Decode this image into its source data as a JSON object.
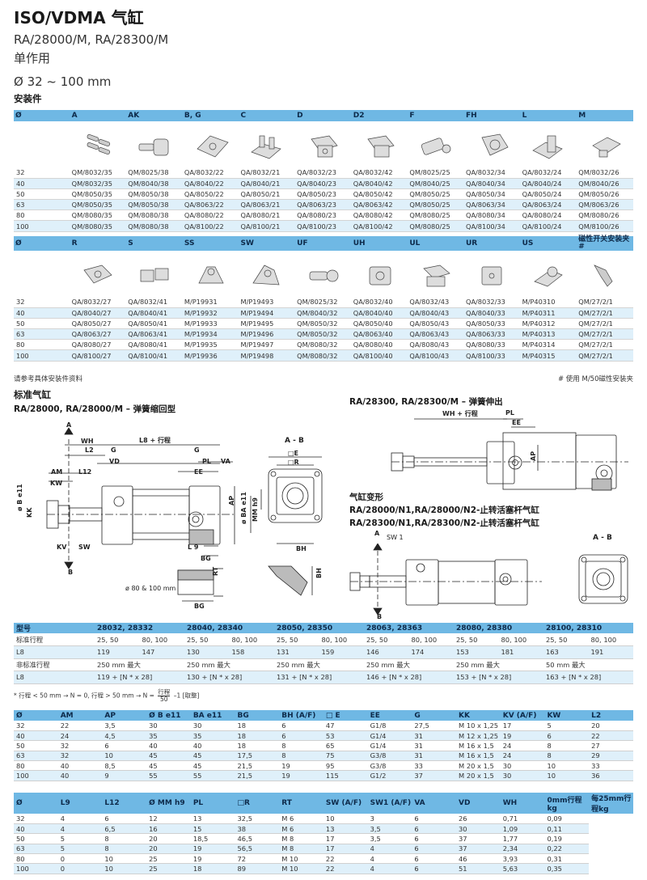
{
  "header": {
    "title": "ISO/VDMA 气缸",
    "models": "RA/28000/M, RA/28300/M",
    "action": "单作用",
    "bore_range": "Ø 32 ~ 100 mm",
    "mounting_heading": "安装件"
  },
  "acc_table1": {
    "headers": [
      "Ø",
      "A",
      "AK",
      "B, G",
      "C",
      "D",
      "D2",
      "F",
      "FH",
      "L",
      "M"
    ],
    "rows": [
      [
        "32",
        "QM/8032/35",
        "QM/8025/38",
        "QA/8032/22",
        "QA/8032/21",
        "QA/8032/23",
        "QA/8032/42",
        "QM/8025/25",
        "QA/8032/34",
        "QA/8032/24",
        "QM/8032/26"
      ],
      [
        "40",
        "QM/8032/35",
        "QM/8040/38",
        "QA/8040/22",
        "QA/8040/21",
        "QA/8040/23",
        "QA/8040/42",
        "QM/8040/25",
        "QA/8040/34",
        "QA/8040/24",
        "QM/8040/26"
      ],
      [
        "50",
        "QM/8050/35",
        "QM/8050/38",
        "QA/8050/22",
        "QA/8050/21",
        "QA/8050/23",
        "QA/8050/42",
        "QM/8050/25",
        "QA/8050/34",
        "QA/8050/24",
        "QM/8050/26"
      ],
      [
        "63",
        "QM/8050/35",
        "QM/8050/38",
        "QA/8063/22",
        "QA/8063/21",
        "QA/8063/23",
        "QA/8063/42",
        "QM/8050/25",
        "QA/8063/34",
        "QA/8063/24",
        "QM/8063/26"
      ],
      [
        "80",
        "QM/8080/35",
        "QM/8080/38",
        "QA/8080/22",
        "QA/8080/21",
        "QA/8080/23",
        "QA/8080/42",
        "QM/8080/25",
        "QA/8080/34",
        "QA/8080/24",
        "QM/8080/26"
      ],
      [
        "100",
        "QM/8080/35",
        "QM/8080/38",
        "QA/8100/22",
        "QA/8100/21",
        "QA/8100/23",
        "QA/8100/42",
        "QM/8080/25",
        "QA/8100/34",
        "QA/8100/24",
        "QM/8100/26"
      ]
    ]
  },
  "acc_table2": {
    "headers": [
      "Ø",
      "R",
      "S",
      "SS",
      "SW",
      "UF",
      "UH",
      "UL",
      "UR",
      "US",
      "磁性开关安装夹 #"
    ],
    "rows": [
      [
        "32",
        "QA/8032/27",
        "QA/8032/41",
        "M/P19931",
        "M/P19493",
        "QM/8025/32",
        "QA/8032/40",
        "QA/8032/43",
        "QA/8032/33",
        "M/P40310",
        "QM/27/2/1"
      ],
      [
        "40",
        "QA/8040/27",
        "QA/8040/41",
        "M/P19932",
        "M/P19494",
        "QM/8040/32",
        "QA/8040/40",
        "QA/8040/43",
        "QA/8040/33",
        "M/P40311",
        "QM/27/2/1"
      ],
      [
        "50",
        "QA/8050/27",
        "QA/8050/41",
        "M/P19933",
        "M/P19495",
        "QM/8050/32",
        "QA/8050/40",
        "QA/8050/43",
        "QA/8050/33",
        "M/P40312",
        "QM/27/2/1"
      ],
      [
        "63",
        "QA/8063/27",
        "QA/8063/41",
        "M/P19934",
        "M/P19496",
        "QM/8050/32",
        "QA/8063/40",
        "QA/8063/43",
        "QA/8063/33",
        "M/P40313",
        "QM/27/2/1"
      ],
      [
        "80",
        "QA/8080/27",
        "QA/8080/41",
        "M/P19935",
        "M/P19497",
        "QM/8080/32",
        "QA/8080/40",
        "QA/8080/43",
        "QA/8080/33",
        "M/P40314",
        "QM/27/2/1"
      ],
      [
        "100",
        "QA/8100/27",
        "QA/8100/41",
        "M/P19936",
        "M/P19498",
        "QM/8080/32",
        "QA/8100/40",
        "QA/8100/43",
        "QA/8100/33",
        "M/P40315",
        "QM/27/2/1"
      ]
    ]
  },
  "notes": {
    "left": "请参考具体安装件资料",
    "right": "# 使用 M/50磁性安装夹"
  },
  "standard": {
    "heading": "标准气缸",
    "retract": "RA/28000, RA/28000/M – 弹簧缩回型",
    "extend": "RA/28300, RA/28300/M – 弹簧伸出",
    "variant_title": "气缸变形",
    "variant_1": "RA/28000/N1,RA/28000/N2-止转活塞杆气缸",
    "variant_2": "RA/28300/N1,RA/28300/N2-止转活塞杆气缸"
  },
  "dlabels": {
    "A": "A",
    "B": "B",
    "WH": "WH",
    "L8": "L8 + 行程",
    "L2": "L2",
    "G": "G",
    "VD": "VD",
    "AM": "AM",
    "L12": "L12",
    "KW": "KW",
    "EE": "EE",
    "PL": "PL",
    "VA": "VA",
    "E": "□E",
    "R": "□R",
    "AB": "A - B",
    "AP": "AP",
    "MM": "MM h9",
    "BA": "ø BA e11",
    "B11": "ø B e11",
    "KK": "KK",
    "KV": "KV",
    "SW": "SW",
    "L9": "L 9",
    "BG": "BG",
    "BH": "BH",
    "RT": "RT",
    "D80": "ø 80 & 100 mm",
    "WHe": "WH + 行程",
    "SW1": "SW 1"
  },
  "model_table": {
    "headers": [
      "型号",
      "28032, 28332",
      "28040, 28340",
      "28050, 28350",
      "28063, 28363",
      "28080, 28380",
      "28100, 28310"
    ],
    "rows": [
      [
        "标准行程",
        [
          "25, 50",
          "80, 100"
        ],
        [
          "25, 50",
          "80, 100"
        ],
        [
          "25, 50",
          "80, 100"
        ],
        [
          "25, 50",
          "80, 100"
        ],
        [
          "25, 50",
          "80, 100"
        ],
        [
          "25, 50",
          "80, 100"
        ]
      ],
      [
        "L8",
        [
          "119",
          "147"
        ],
        [
          "130",
          "158"
        ],
        [
          "131",
          "159"
        ],
        [
          "146",
          "174"
        ],
        [
          "153",
          "181"
        ],
        [
          "163",
          "191"
        ]
      ],
      [
        "非标准行程",
        [
          "250 mm 最大",
          ""
        ],
        [
          "250 mm 最大",
          ""
        ],
        [
          "250 mm 最大",
          ""
        ],
        [
          "250 mm 最大",
          ""
        ],
        [
          "250 mm 最大",
          ""
        ],
        [
          "50 mm 最大",
          ""
        ]
      ],
      [
        "L8",
        [
          "119 + [N * x 28]",
          ""
        ],
        [
          "130 + [N * x 28]",
          ""
        ],
        [
          "131 + [N * x 28]",
          ""
        ],
        [
          "146 + [N * x 28]",
          ""
        ],
        [
          "153 + [N * x 28]",
          ""
        ],
        [
          "163 + [N * x 28]",
          ""
        ]
      ]
    ],
    "footnote_a": "* 行程 < 50 mm → N = 0, 行程 > 50 mm → N =",
    "footnote_num": "行程",
    "footnote_den": "50",
    "footnote_b": "–1 [取整]"
  },
  "dim_table1": {
    "headers": [
      "Ø",
      "AM",
      "AP",
      "Ø B e11",
      "BA e11",
      "BG",
      "BH (A/F)",
      "□ E",
      "EE",
      "G",
      "KK",
      "KV (A/F)",
      "KW",
      "L2"
    ],
    "rows": [
      [
        "32",
        "22",
        "3,5",
        "30",
        "30",
        "18",
        "6",
        "47",
        "G1/8",
        "27,5",
        "M 10 x 1,25",
        "17",
        "5",
        "20"
      ],
      [
        "40",
        "24",
        "4,5",
        "35",
        "35",
        "18",
        "6",
        "53",
        "G1/4",
        "31",
        "M 12 x 1,25",
        "19",
        "6",
        "22"
      ],
      [
        "50",
        "32",
        "6",
        "40",
        "40",
        "18",
        "8",
        "65",
        "G1/4",
        "31",
        "M 16 x 1,5",
        "24",
        "8",
        "27"
      ],
      [
        "63",
        "32",
        "10",
        "45",
        "45",
        "17,5",
        "8",
        "75",
        "G3/8",
        "31",
        "M 16 x 1,5",
        "24",
        "8",
        "29"
      ],
      [
        "80",
        "40",
        "8,5",
        "45",
        "45",
        "21,5",
        "19",
        "95",
        "G3/8",
        "33",
        "M 20 x 1,5",
        "30",
        "10",
        "33"
      ],
      [
        "100",
        "40",
        "9",
        "55",
        "55",
        "21,5",
        "19",
        "115",
        "G1/2",
        "37",
        "M 20 x 1,5",
        "30",
        "10",
        "36"
      ]
    ]
  },
  "dim_table2": {
    "headers": [
      "Ø",
      "L9",
      "L12",
      "Ø MM h9",
      "PL",
      "□R",
      "RT",
      "SW (A/F)",
      "SW1 (A/F)",
      "VA",
      "VD",
      "WH",
      "0mm行程kg",
      "每25mm行程kg"
    ],
    "rows": [
      [
        "32",
        "4",
        "6",
        "12",
        "13",
        "32,5",
        "M 6",
        "10",
        "3",
        "6",
        "26",
        "0,71",
        "0,09"
      ],
      [
        "40",
        "4",
        "6,5",
        "16",
        "15",
        "38",
        "M 6",
        "13",
        "3,5",
        "6",
        "30",
        "1,09",
        "0,11"
      ],
      [
        "50",
        "5",
        "8",
        "20",
        "18,5",
        "46,5",
        "M 8",
        "17",
        "3,5",
        "6",
        "37",
        "1,77",
        "0,19"
      ],
      [
        "63",
        "5",
        "8",
        "20",
        "19",
        "56,5",
        "M 8",
        "17",
        "4",
        "6",
        "37",
        "2,34",
        "0,22"
      ],
      [
        "80",
        "0",
        "10",
        "25",
        "19",
        "72",
        "M 10",
        "22",
        "4",
        "6",
        "46",
        "3,93",
        "0,31"
      ],
      [
        "100",
        "0",
        "10",
        "25",
        "18",
        "89",
        "M 10",
        "22",
        "4",
        "6",
        "51",
        "5,63",
        "0,35"
      ]
    ]
  }
}
